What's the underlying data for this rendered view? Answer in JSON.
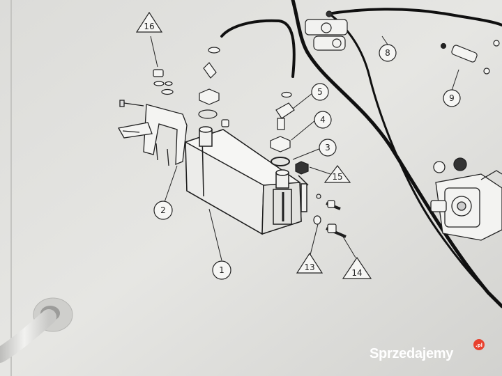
{
  "callouts": {
    "c1": "1",
    "c2": "2",
    "c3": "3",
    "c4": "4",
    "c5": "5",
    "c8": "8",
    "c9": "9",
    "c13": "13",
    "c14": "14",
    "c15": "15",
    "c16": "16"
  },
  "watermark": {
    "brand": "Sprzedajemy",
    "badge": ".pl"
  },
  "colors": {
    "paper": "#e3e3e0",
    "line": "#1e1e1e",
    "hose": "#101010",
    "watermark_badge": "#e8412e"
  }
}
